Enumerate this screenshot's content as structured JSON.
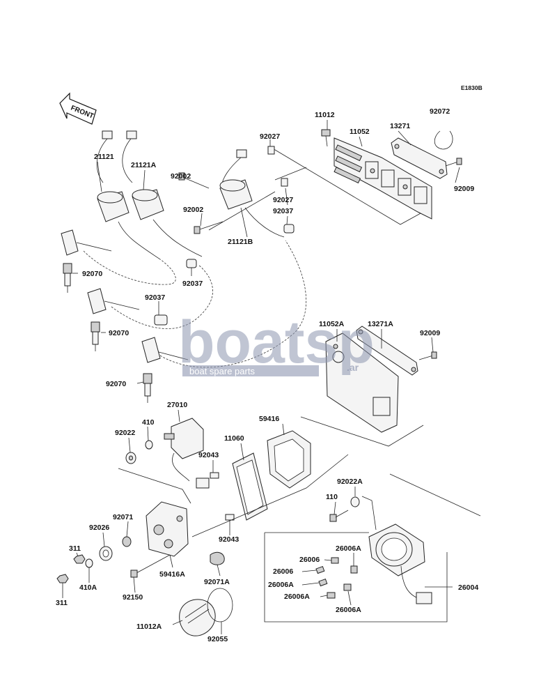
{
  "diagram": {
    "code": "E1830B",
    "front_label": "FRONT",
    "watermark": {
      "text": "boatsp",
      "suffix": ".ar",
      "tagline": "boat spare parts"
    },
    "labels": [
      {
        "id": "l1",
        "text": "11012"
      },
      {
        "id": "l2",
        "text": "11052"
      },
      {
        "id": "l3",
        "text": "13271"
      },
      {
        "id": "l4",
        "text": "92072"
      },
      {
        "id": "l5",
        "text": "92027"
      },
      {
        "id": "l6",
        "text": "92009"
      },
      {
        "id": "l7",
        "text": "21121"
      },
      {
        "id": "l8",
        "text": "21121A"
      },
      {
        "id": "l9",
        "text": "92002"
      },
      {
        "id": "l10",
        "text": "92002"
      },
      {
        "id": "l11",
        "text": "92027"
      },
      {
        "id": "l12",
        "text": "92037"
      },
      {
        "id": "l13",
        "text": "21121B"
      },
      {
        "id": "l14",
        "text": "92070"
      },
      {
        "id": "l15",
        "text": "92037"
      },
      {
        "id": "l16",
        "text": "92037"
      },
      {
        "id": "l17",
        "text": "92070"
      },
      {
        "id": "l18",
        "text": "11052A"
      },
      {
        "id": "l19",
        "text": "13271A"
      },
      {
        "id": "l20",
        "text": "92009"
      },
      {
        "id": "l21",
        "text": "92070"
      },
      {
        "id": "l22",
        "text": "27010"
      },
      {
        "id": "l23",
        "text": "410"
      },
      {
        "id": "l24",
        "text": "92022"
      },
      {
        "id": "l25",
        "text": "59416"
      },
      {
        "id": "l26",
        "text": "11060"
      },
      {
        "id": "l27",
        "text": "92043"
      },
      {
        "id": "l28",
        "text": "92022A"
      },
      {
        "id": "l29",
        "text": "110"
      },
      {
        "id": "l30",
        "text": "92071"
      },
      {
        "id": "l31",
        "text": "92026"
      },
      {
        "id": "l32",
        "text": "92043"
      },
      {
        "id": "l33",
        "text": "311"
      },
      {
        "id": "l34",
        "text": "26006"
      },
      {
        "id": "l35",
        "text": "26006A"
      },
      {
        "id": "l36",
        "text": "26006"
      },
      {
        "id": "l37",
        "text": "410A"
      },
      {
        "id": "l38",
        "text": "59416A"
      },
      {
        "id": "l39",
        "text": "92071A"
      },
      {
        "id": "l40",
        "text": "26006A"
      },
      {
        "id": "l41",
        "text": "26004"
      },
      {
        "id": "l42",
        "text": "26006A"
      },
      {
        "id": "l43",
        "text": "311"
      },
      {
        "id": "l44",
        "text": "92150"
      },
      {
        "id": "l45",
        "text": "26006A"
      },
      {
        "id": "l46",
        "text": "11012A"
      },
      {
        "id": "l47",
        "text": "92055"
      }
    ]
  }
}
